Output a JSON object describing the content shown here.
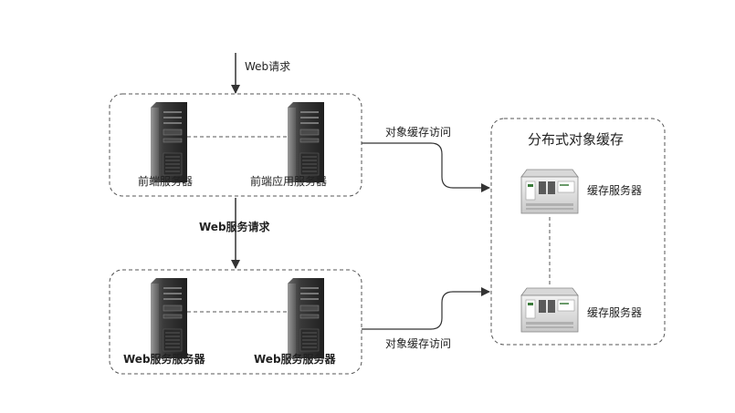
{
  "labels": {
    "web_request": "Web请求",
    "web_service_request": "Web服务请求",
    "front_server": "前端服务器",
    "front_app_server": "前端应用服务器",
    "web_service_server_1": "Web服务服务器",
    "web_service_server_2": "Web服务服务器",
    "cache_access_top": "对象缓存访问",
    "cache_access_bottom": "对象缓存访问",
    "cache_cluster_title": "分布式对象缓存",
    "cache_server_1": "缓存服务器",
    "cache_server_2": "缓存服务器"
  },
  "icons": {
    "server_tower": "server-tower-icon",
    "cache_server": "cache-server-icon"
  },
  "colors": {
    "line": "#333333",
    "dashed_border": "#555555",
    "tower_dark": "#2b2b2b",
    "tower_mid": "#5a5a5a",
    "cache_body": "#e6e6e6"
  }
}
